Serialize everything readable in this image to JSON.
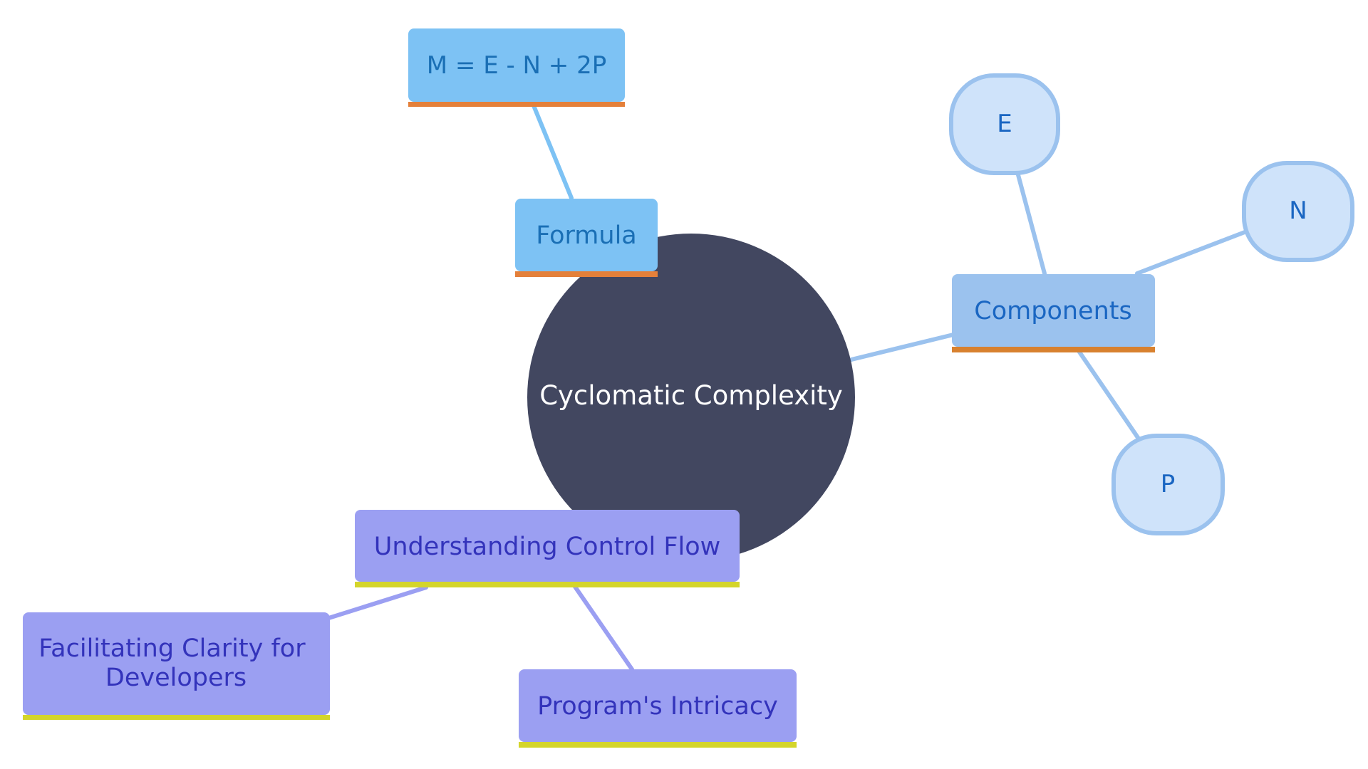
{
  "mindmap": {
    "root": {
      "label": "Cyclomatic Complexity",
      "fill": "#424760",
      "text_color": "#ffffff"
    },
    "branches": {
      "formula": {
        "label": "Formula",
        "fill": "#7DC2F4",
        "accent": "#E4803A",
        "text_color": "#1A6FB5",
        "edge_color": "#7DC2F4",
        "children": [
          {
            "label": "M = E - N + 2P"
          }
        ]
      },
      "components": {
        "label": "Components",
        "fill": "#9BC2EE",
        "accent": "#D8812F",
        "text_color": "#1A66C2",
        "edge_color": "#9BC2EE",
        "leaf_fill": "#CFE3FA",
        "leaf_stroke": "#9BC2EE",
        "children": [
          {
            "label": "E"
          },
          {
            "label": "N"
          },
          {
            "label": "P"
          }
        ]
      },
      "control_flow": {
        "label": "Understanding Control Flow",
        "fill": "#9B9FF2",
        "accent": "#D4D52B",
        "text_color": "#3333BB",
        "edge_color": "#9B9FF2",
        "children": [
          {
            "label_lines": [
              "Facilitating Clarity for",
              "Developers"
            ]
          },
          {
            "label": "Program's Intricacy"
          }
        ]
      }
    }
  }
}
